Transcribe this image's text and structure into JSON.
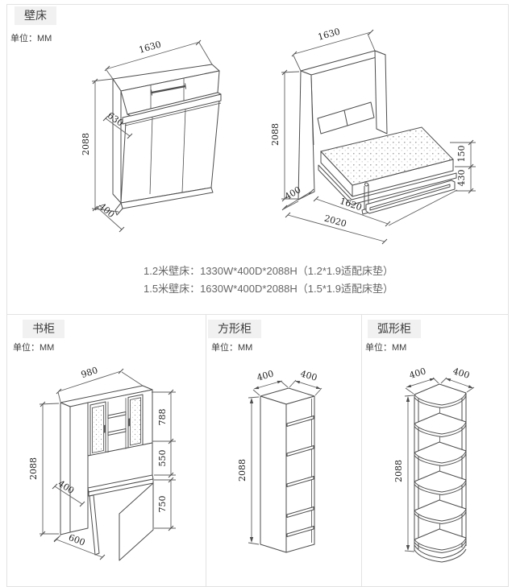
{
  "colors": {
    "line": "#4d4d4d",
    "border": "#e2e2e2",
    "tab_bg": "#f1f1f1",
    "tab_text": "#3c3c3c",
    "spec_text": "#666666"
  },
  "sections": {
    "bed": {
      "tab": "壁床",
      "unit": "单位：MM",
      "specs": {
        "line1": "1.2米壁床：1330W*400D*2088H（1.2*1.9适配床垫）",
        "line2": "1.5米壁床：1630W*400D*2088H（1.5*1.9适配床垫）"
      },
      "closed": {
        "width": "1630",
        "desk_depth": "630",
        "height": "2088",
        "depth": "400"
      },
      "open": {
        "width": "1630",
        "height": "2088",
        "mattress_thickness": "150",
        "under_height": "430",
        "depth": "400",
        "bed_length": "1620",
        "total_extension": "2020"
      }
    },
    "bookcase": {
      "tab": "书柜",
      "unit": "单位：MM",
      "dims": {
        "width": "980",
        "height": "2088",
        "hutch": "788",
        "middle": "550",
        "desk": "750",
        "desk_depth": "400",
        "total_depth": "600"
      }
    },
    "square_cabinet": {
      "tab": "方形柜",
      "unit": "单位：MM",
      "dims": {
        "width": "400",
        "depth": "400",
        "height": "2088"
      }
    },
    "arc_cabinet": {
      "tab": "弧形柜",
      "unit": "单位：MM",
      "dims": {
        "width": "400",
        "depth": "400",
        "height": "2088"
      }
    }
  }
}
